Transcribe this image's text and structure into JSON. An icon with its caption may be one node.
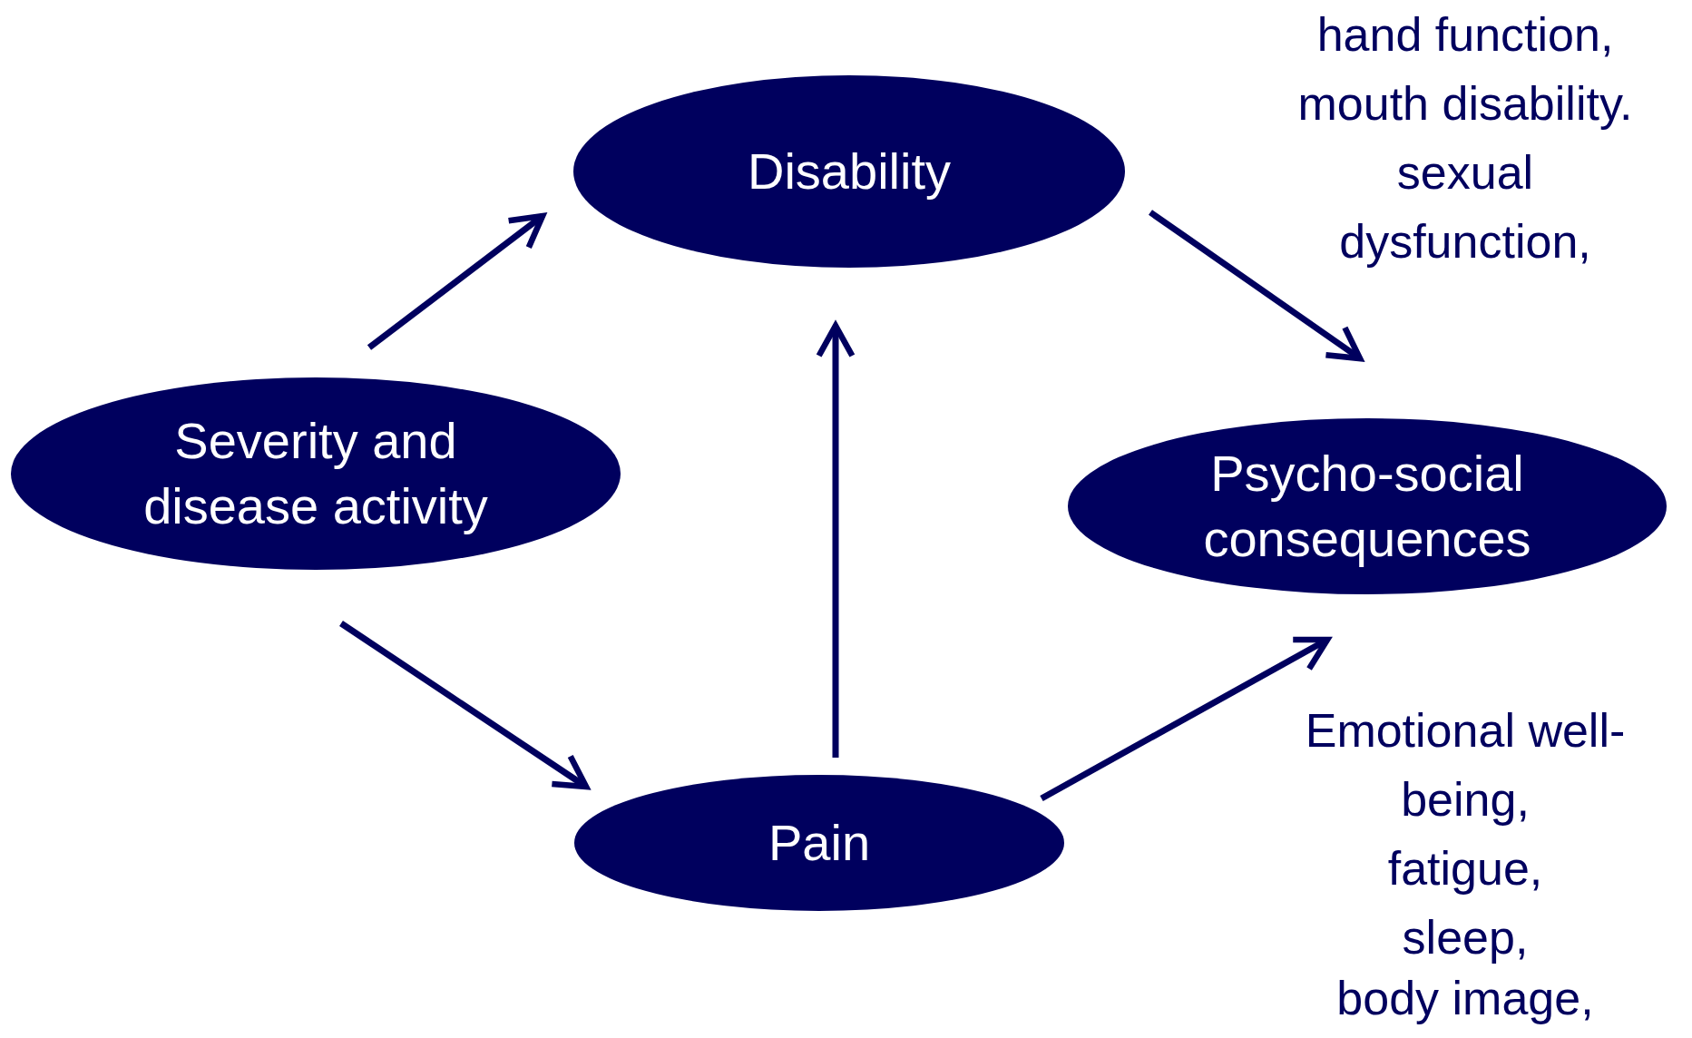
{
  "diagram": {
    "nodes": [
      {
        "text": [
          "Disability"
        ]
      },
      {
        "text": [
          "Severity and disease activity"
        ]
      },
      {
        "text": [
          "Psycho-social consequences"
        ]
      },
      {
        "text": [
          "Pain"
        ]
      }
    ],
    "edges": [
      {
        "from": 1,
        "to": 0,
        "arrow": "to"
      },
      {
        "from": 1,
        "to": 3,
        "arrow": "to"
      },
      {
        "from": 3,
        "to": 0,
        "arrow": "to"
      },
      {
        "from": 0,
        "to": 2,
        "arrow": "to"
      },
      {
        "from": 3,
        "to": 2,
        "arrow": "to"
      }
    ],
    "labels": [
      "hand function,",
      "mouth disability.",
      "sexual dysfunction,",
      "Emotional well-being,",
      "fatigue,",
      "sleep,",
      "body image,"
    ]
  }
}
